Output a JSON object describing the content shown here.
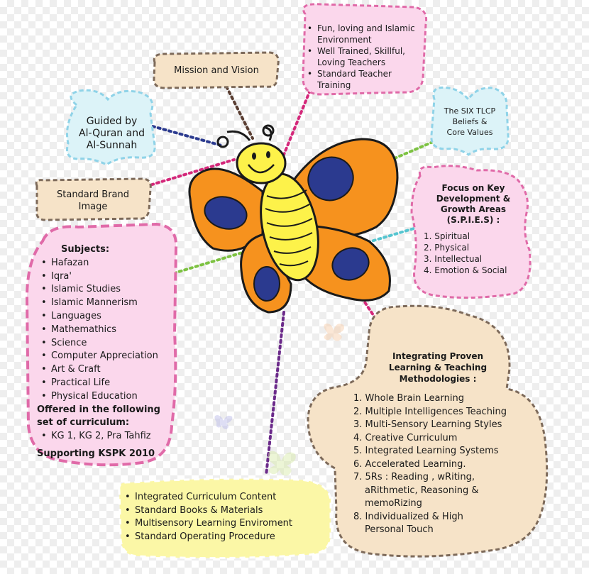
{
  "mission": "Mission and Vision",
  "environment_items": [
    "Fun, loving and Islamic Environment",
    "Well Trained, Skillful, Loving Teachers",
    "Standard Teacher Training"
  ],
  "guided": [
    "Guided by",
    "Al-Quran and",
    "Al-Sunnah"
  ],
  "tlcp": [
    "The SIX TLCP",
    "Beliefs &",
    "Core Values"
  ],
  "brand": [
    "Standard Brand",
    "Image"
  ],
  "spies": {
    "title": [
      "Focus on Key",
      "Development &",
      "Growth Areas",
      "(S.P.I.E.S) :"
    ],
    "items": [
      "1. Spiritual",
      "2. Physical",
      "3. Intellectual",
      "4. Emotion & Social"
    ]
  },
  "subjects": {
    "title": "Subjects:",
    "items": [
      "Hafazan",
      "Iqra'",
      "Islamic Studies",
      "Islamic Mannerism",
      "Languages",
      "Mathemathics",
      "Science",
      "Computer Appreciation",
      "Art & Craft",
      "Practical Life",
      "Physical Education"
    ],
    "offered_title": [
      "Offered in the following",
      "set of curriculum:"
    ],
    "offered_item": "KG 1, KG 2, Pra Tahfiz",
    "supporting": "Supporting KSPK 2010"
  },
  "methods": {
    "title": [
      "Integrating Proven",
      "Learning & Teaching",
      "Methodologies :"
    ],
    "items": [
      "1. Whole Brain Learning",
      "2. Multiple Intelligences Teaching",
      "3. Multi-Sensory Learning Styles",
      "4. Creative Curriculum",
      "5. Integrated Learning Systems",
      "6. Accelerated Learning.",
      "7. 5Rs : Reading , wRiting,",
      "aRithmetic, Reasoning &",
      "memoRizing",
      "8. Individualized & High",
      "Personal Touch"
    ]
  },
  "curriculum_items": [
    "Integrated Curriculum Content",
    "Standard Books & Materials",
    "Multisensory Learning Enviroment",
    "Standard Operating Procedure"
  ],
  "colors": {
    "pink_fill": "#fbd7ec",
    "pink_border": "#e06aa8",
    "tan_fill": "#f6e3c8",
    "tan_border": "#7d6a5a",
    "blue_fill": "#dcf3f8",
    "blue_border": "#8fd3e8",
    "yellow_fill": "#fbf7a6",
    "wing_orange": "#f6921e",
    "wing_spot": "#2b3a8f",
    "body_yellow": "#fdf24a"
  }
}
